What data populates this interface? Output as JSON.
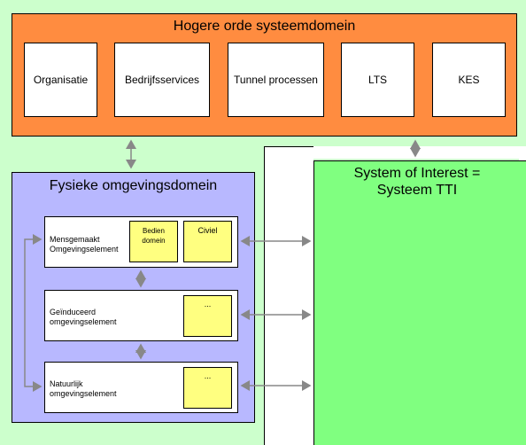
{
  "diagram": {
    "higher_order": {
      "title": "Hogere orde systeemdomein",
      "items": [
        "Organisatie",
        "Bedrijfsservices",
        "Tunnel processen",
        "LTS",
        "KES"
      ]
    },
    "physical": {
      "title": "Fysieke omgevingsdomein",
      "elements": [
        {
          "label_line1": "Mensgemaakt",
          "label_line2": "Omgevingselement",
          "notes": [
            "Bedien\ndomein",
            "Civiel"
          ]
        },
        {
          "label_line1": "Geïnduceerd",
          "label_line2": "omgevingselement",
          "notes": [
            "..."
          ]
        },
        {
          "label_line1": "Natuurlijk",
          "label_line2": "omgevingselement",
          "notes": [
            "..."
          ]
        }
      ]
    },
    "soi": {
      "title_line1": "System of Interest =",
      "title_line2": "Systeem TTI"
    },
    "colors": {
      "orange": "#ff8c40",
      "light_green": "#ccffcc",
      "lavender": "#b8b8ff",
      "bright_green": "#80ff80",
      "sticky": "#ffff80",
      "arrow": "#888888"
    }
  }
}
